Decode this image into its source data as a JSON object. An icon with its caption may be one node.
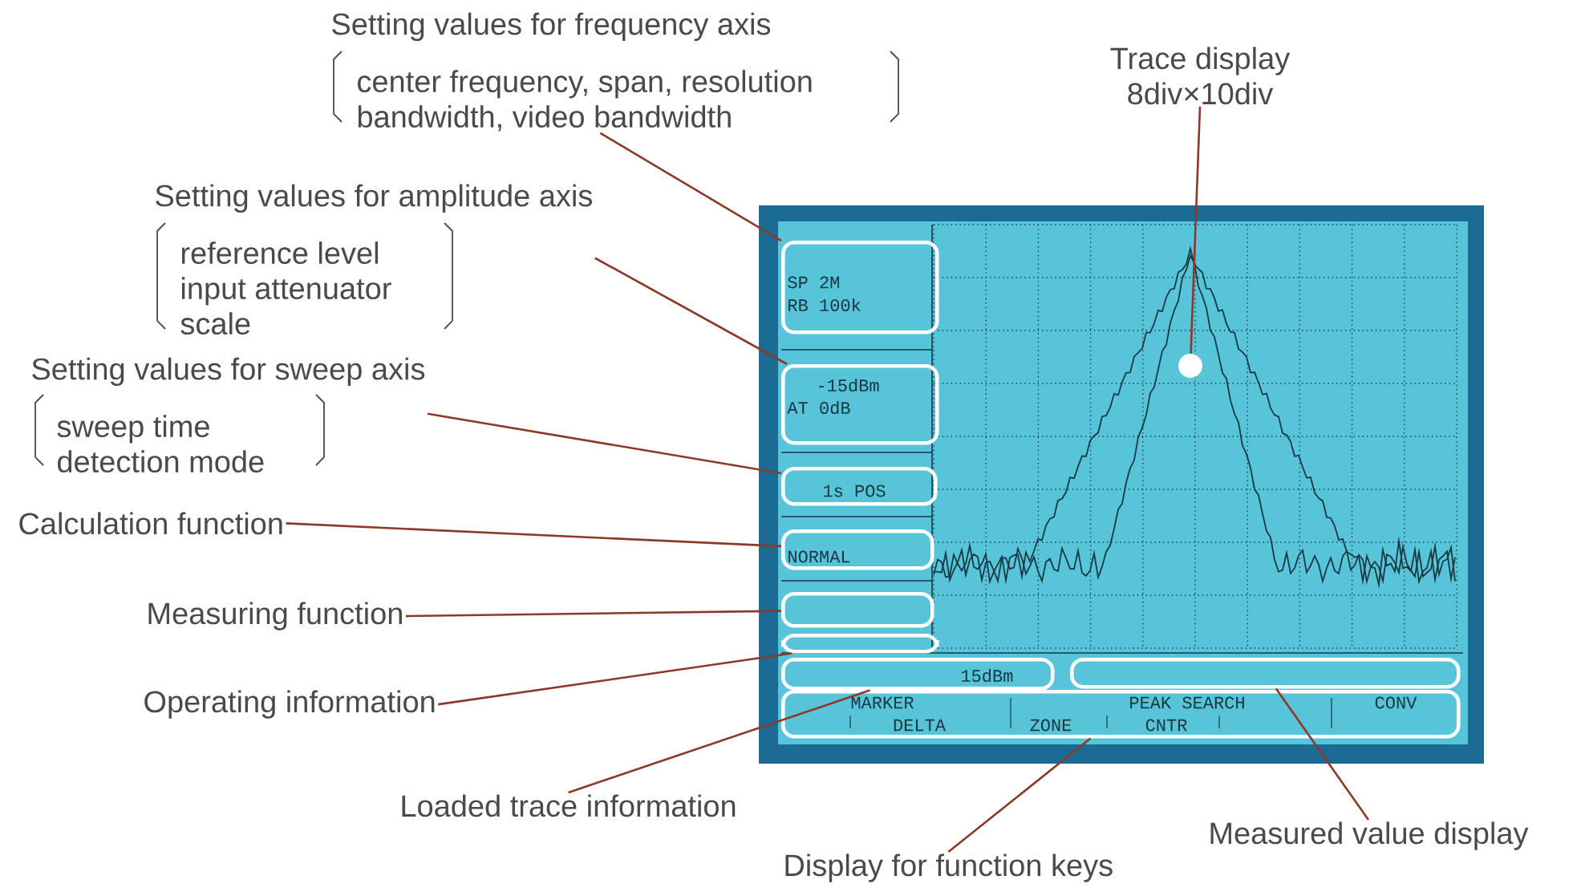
{
  "diagram": {
    "nodes": [
      {
        "text": [
          "Setting values for frequency axis",
          "center frequency, span, resolution bandwidth, video bandwidth"
        ]
      },
      {
        "text": [
          "Setting values for amplitude axis",
          "reference level input attenuator scale"
        ]
      },
      {
        "text": [
          "Setting values for sweep axis",
          "sweep time detection mode"
        ]
      },
      {
        "text": [
          "Calculation function"
        ]
      },
      {
        "text": [
          "Measuring function"
        ]
      },
      {
        "text": [
          "Operating information"
        ]
      },
      {
        "text": [
          "Loaded trace information"
        ]
      },
      {
        "text": [
          "Display for function keys"
        ]
      },
      {
        "text": [
          "Measured value display"
        ]
      },
      {
        "text": [
          "Trace display",
          "8div×10div"
        ]
      },
      {
        "text": [],
        "shape": "box"
      },
      {
        "text": [],
        "shape": "box"
      },
      {
        "text": [],
        "shape": "box"
      },
      {
        "text": [],
        "shape": "box"
      },
      {
        "text": [],
        "shape": "box"
      },
      {
        "text": [],
        "shape": "box"
      },
      {
        "text": [],
        "shape": "box"
      },
      {
        "text": [],
        "shape": "box"
      },
      {
        "text": [],
        "shape": "box"
      },
      {
        "text": [],
        "shape": "circle"
      }
    ],
    "edges": [
      {
        "from": 0,
        "to": 10,
        "arrow": "none"
      },
      {
        "from": 1,
        "to": 11,
        "arrow": "none"
      },
      {
        "from": 2,
        "to": 12,
        "arrow": "none"
      },
      {
        "from": 3,
        "to": 13,
        "arrow": "none"
      },
      {
        "from": 4,
        "to": 14,
        "arrow": "none"
      },
      {
        "from": 5,
        "to": 15,
        "arrow": "none"
      },
      {
        "from": 6,
        "to": 16,
        "arrow": "none"
      },
      {
        "from": 7,
        "to": 18,
        "arrow": "none"
      },
      {
        "from": 8,
        "to": 17,
        "arrow": "none"
      },
      {
        "from": 9,
        "to": 19,
        "arrow": "none"
      }
    ],
    "labels": [
      "SP 2M",
      "RB 100k",
      "-15dBm",
      "AT 0dB",
      "1s POS",
      "NORMAL",
      "15dBm",
      "MARKER",
      "PEAK SEARCH",
      "CONV",
      "DELTA",
      "ZONE",
      "CNTR"
    ]
  }
}
